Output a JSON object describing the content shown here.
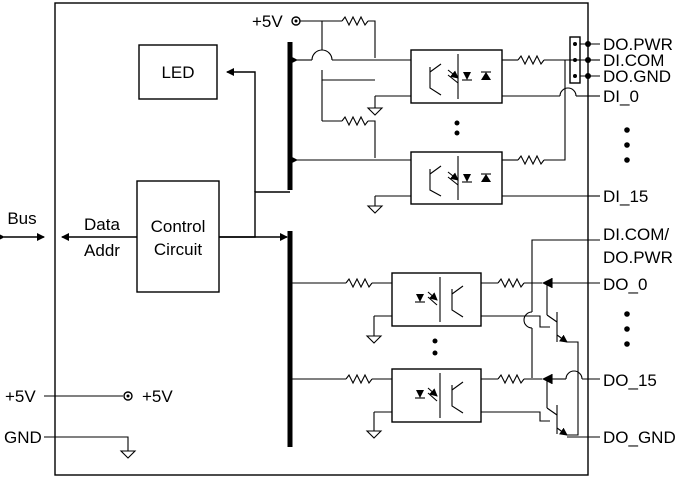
{
  "diagram": {
    "labels": {
      "led": "LED",
      "control_line1": "Control",
      "control_line2": "Circuit",
      "bus": "Bus",
      "data": "Data",
      "addr": "Addr",
      "vcc_top": "+5V",
      "vcc_left": "+5V",
      "vcc_right": "+5V",
      "gnd": "GND"
    },
    "terminals": {
      "do_pwr": "DO.PWR",
      "di_com": "DI.COM",
      "do_gnd": "DO.GND",
      "di_0": "DI_0",
      "di_15": "DI_15",
      "dicom_dopwr_1": "DI.COM/",
      "dicom_dopwr_2": "DO.PWR",
      "do_0": "DO_0",
      "do_15": "DO_15",
      "do_gnd2": "DO_GND"
    }
  }
}
